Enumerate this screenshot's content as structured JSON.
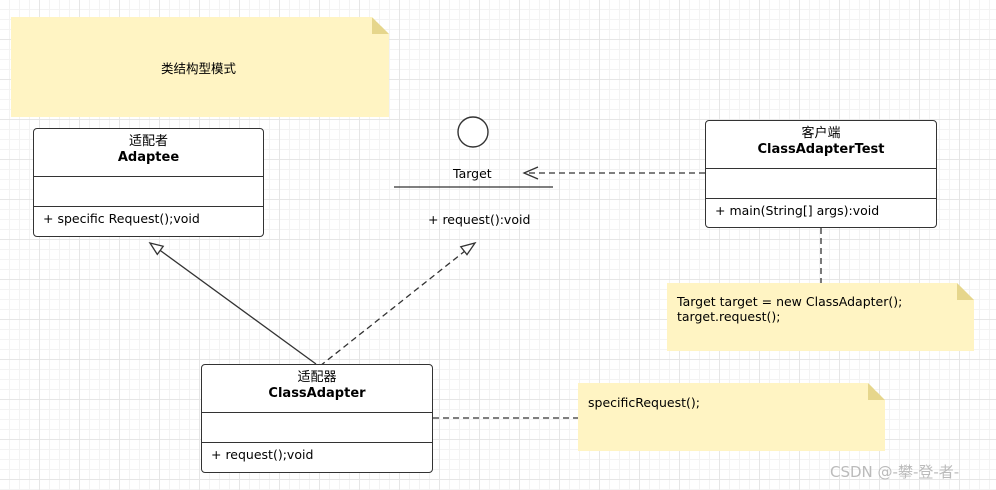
{
  "title_note": {
    "text": "类结构型模式"
  },
  "adaptee": {
    "stereotype": "适配者",
    "name": "Adaptee",
    "operation": "+ specific Request();void"
  },
  "target": {
    "name": "Target",
    "operation": "+ request():void"
  },
  "client": {
    "stereotype": "客户端",
    "name": "ClassAdapterTest",
    "operation": "+ main(String[] args):void"
  },
  "adapter": {
    "stereotype": "适配器",
    "name": "ClassAdapter",
    "operation": "+ request();void"
  },
  "client_note": {
    "text": "Target target = new ClassAdapter();\ntarget.request();"
  },
  "adapter_note": {
    "text": "specificRequest();"
  },
  "watermark": "CSDN @-攀-登-者-"
}
